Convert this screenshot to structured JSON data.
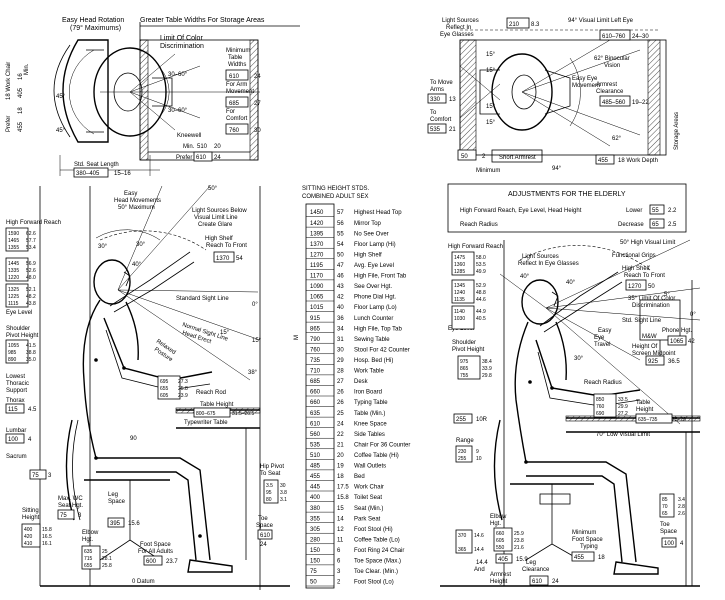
{
  "top_left": {
    "labels": [
      "Easy Head Rotation",
      "(79° Maximums)",
      "Greater Table Widths For Storage Areas",
      "Limit Of Color",
      "Discrimination",
      "Minimum",
      "Table",
      "Widths",
      "For Arm",
      "Movement",
      "For",
      "Comfort",
      "Kneewell",
      "Min.",
      "Prefer",
      "Std. Seat Length",
      "18 Work Chair",
      "Prefer",
      "Min.",
      "45°",
      "45°",
      "30–60°",
      "30–60°"
    ],
    "values": [
      "610",
      "24",
      "685",
      "27",
      "760",
      "30",
      "510",
      "20",
      "610",
      "24",
      "380–405",
      "15–16",
      "405",
      "16",
      "455",
      "18"
    ]
  },
  "top_right": {
    "labels": [
      "Light Sources",
      "Reflect In",
      "Eye Glasses",
      "94° Visual Limit Left Eye",
      "62° Binocular",
      "Vision",
      "Easy Eye",
      "Movement",
      "Armrest",
      "Clearance",
      "To Move",
      "Arms",
      "To",
      "Comfort",
      "Storage Areas",
      "18 Work Depth",
      "Short Armrest",
      "Minimum",
      "94°",
      "62°",
      "15°",
      "15°",
      "15°",
      "15°"
    ],
    "values": [
      "210",
      "8.3",
      "610–760",
      "24–30",
      "485–560",
      "19–22",
      "330",
      "13",
      "535",
      "21",
      "455",
      "50",
      "2"
    ]
  },
  "left_side": {
    "labels": [
      "Easy",
      "Head Movements",
      "50° Maximum",
      "Light Sources Below",
      "Visual Limit Line",
      "Create Glare",
      "High Forward Reach",
      "High Shelf",
      "Reach To Front",
      "Standard Sight Line",
      "Eye Level",
      "Normal Sight Line",
      "Head Erect",
      "Relaxed",
      "Posture",
      "Shoulder",
      "Pivot Height",
      "Lowest",
      "Thoracic",
      "Support",
      "Thorax",
      "Lumbar",
      "Sacrum",
      "Reach Rod",
      "Table Height",
      "Typewriter Table",
      "Hip Pivot",
      "To Seat",
      "Max. WC",
      "Seat Hgt.",
      "Sitting",
      "Height",
      "Elbow",
      "Hgt.",
      "Leg",
      "Space",
      "Foot Space",
      "For All Adults",
      "Toe",
      "Space",
      "0 Datum",
      "50°",
      "30°",
      "30°",
      "40°",
      "0°",
      "15°",
      "38°",
      "15°"
    ],
    "values": [
      "1590",
      "62.6",
      "1465",
      "57.7",
      "1355",
      "53.4",
      "1445",
      "56.9",
      "1335",
      "52.6",
      "1220",
      "48.0",
      "1325",
      "52.1",
      "1225",
      "48.2",
      "1115",
      "43.8",
      "1370",
      "54",
      "1055",
      "41.5",
      "985",
      "38.8",
      "890",
      "35.0",
      "695",
      "27.3",
      "655",
      "25.8",
      "605",
      "23.9",
      "800–675",
      "31.5–26.5",
      "115",
      "4.5",
      "100",
      "4",
      "75",
      "3",
      "90",
      "3.5",
      "30",
      "95",
      "3.8",
      "80",
      "3.1",
      "75",
      "3",
      "400",
      "15.8",
      "420",
      "16.5",
      "410",
      "16.1",
      "395",
      "15.6",
      "635",
      "25",
      "715",
      "28.1",
      "655",
      "25.8",
      "600",
      "23.7",
      "610",
      "24",
      "100",
      "4"
    ]
  },
  "center_table": {
    "title_line1": "SITTING HEIGHT STDS.",
    "title_line2": "COMBINED ADULT SEX",
    "unit_mm": "M",
    "rows": [
      {
        "mm": "1450",
        "in": "57",
        "label": "Highest Head Top"
      },
      {
        "mm": "1420",
        "in": "56",
        "label": "Mirror Top"
      },
      {
        "mm": "1395",
        "in": "55",
        "label": "No See Over"
      },
      {
        "mm": "1370",
        "in": "54",
        "label": "Floor Lamp (Hi)"
      },
      {
        "mm": "1270",
        "in": "50",
        "label": "High Shelf"
      },
      {
        "mm": "1195",
        "in": "47",
        "label": "Avg. Eye Level"
      },
      {
        "mm": "1170",
        "in": "46",
        "label": "High File, Front Tab"
      },
      {
        "mm": "1090",
        "in": "43",
        "label": "See Over Hgt."
      },
      {
        "mm": "1065",
        "in": "42",
        "label": "Phone Dial Hgt."
      },
      {
        "mm": "1015",
        "in": "40",
        "label": "Floor Lamp (Lo)"
      },
      {
        "mm": "915",
        "in": "36",
        "label": "Lunch Counter"
      },
      {
        "mm": "865",
        "in": "34",
        "label": "High File, Top Tab"
      },
      {
        "mm": "790",
        "in": "31",
        "label": "Sewing Table"
      },
      {
        "mm": "760",
        "in": "30",
        "label": "Stool For 42 Counter"
      },
      {
        "mm": "735",
        "in": "29",
        "label": "Hosp. Bed (Hi)"
      },
      {
        "mm": "710",
        "in": "28",
        "label": "Work Table"
      },
      {
        "mm": "685",
        "in": "27",
        "label": "Desk"
      },
      {
        "mm": "660",
        "in": "26",
        "label": "Iron Board"
      },
      {
        "mm": "660",
        "in": "26",
        "label": "Typing Table"
      },
      {
        "mm": "635",
        "in": "25",
        "label": "Table (Min.)"
      },
      {
        "mm": "610",
        "in": "24",
        "label": "Knee Space"
      },
      {
        "mm": "560",
        "in": "22",
        "label": "Side Tables"
      },
      {
        "mm": "535",
        "in": "21",
        "label": "Chair For 36 Counter"
      },
      {
        "mm": "510",
        "in": "20",
        "label": "Coffee Table (Hi)"
      },
      {
        "mm": "485",
        "in": "19",
        "label": "Wall Outlets"
      },
      {
        "mm": "455",
        "in": "18",
        "label": "Bed"
      },
      {
        "mm": "445",
        "in": "17.5",
        "label": "Work Chair"
      },
      {
        "mm": "400",
        "in": "15.8",
        "label": "Toilet Seat"
      },
      {
        "mm": "380",
        "in": "15",
        "label": "Seat (Min.)"
      },
      {
        "mm": "355",
        "in": "14",
        "label": "Park Seat"
      },
      {
        "mm": "305",
        "in": "12",
        "label": "Foot Stool (Hi)"
      },
      {
        "mm": "280",
        "in": "11",
        "label": "Coffee Table (Lo)"
      },
      {
        "mm": "150",
        "in": "6",
        "label": "Foot Ring 24 Chair"
      },
      {
        "mm": "150",
        "in": "6",
        "label": "Toe Space (Max.)"
      },
      {
        "mm": "75",
        "in": "3",
        "label": "Toe Clear. (Min.)"
      },
      {
        "mm": "50",
        "in": "2",
        "label": "Foot Stool (Lo)"
      }
    ]
  },
  "elderly": {
    "title": "ADJUSTMENTS FOR THE ELDERLY",
    "row1_label": "High Forward Reach, Eye Level, Head Height",
    "row1_word": "Lower",
    "row1_mm": "55",
    "row1_in": "2.2",
    "row2_label": "Reach Radius",
    "row2_word": "Decrease",
    "row2_mm": "65",
    "row2_in": "2.5"
  },
  "right_side": {
    "labels": [
      "High Forward Reach",
      "Light Sources",
      "Reflect In Eye Glasses",
      "50° High Visual Limit",
      "Functional Grips",
      "High Shelf",
      "Reach To Front",
      "35° Limit Of Color",
      "Discrimination",
      "Std. Sight Line",
      "Eye Level",
      "Easy",
      "Eye",
      "Travel",
      "Phone Hgt.",
      "M&W",
      "Height Of",
      "Screen Midpoint",
      "Shoulder",
      "Pivot Height",
      "Reach Radius",
      "Table",
      "Height",
      "70° Low Visual Limit",
      "Range",
      "Elbow",
      "Hgt.",
      "Armrest",
      "Height",
      "Leg",
      "Clearance",
      "Minimum",
      "Foot Space",
      "Typing",
      "Toe",
      "Space",
      "14.4",
      "And",
      "40°",
      "40°",
      "0°",
      "30°",
      "5°"
    ],
    "values": [
      "1475",
      "58.0",
      "1360",
      "53.5",
      "1285",
      "49.9",
      "1345",
      "52.9",
      "1240",
      "48.8",
      "1135",
      "44.6",
      "1270",
      "50",
      "1065",
      "42",
      "1140",
      "44.9",
      "1030",
      "40.5",
      "925",
      "36.5",
      "975",
      "38.4",
      "865",
      "33.9",
      "755",
      "29.8",
      "850",
      "33.5",
      "760",
      "29.9",
      "690",
      "27.2",
      "635–735",
      "25–29",
      "255",
      "10R",
      "230",
      "9",
      "255",
      "10",
      "660",
      "25.9",
      "605",
      "23.8",
      "550",
      "21.6",
      "370",
      "14.6",
      "365",
      "14.4",
      "405",
      "15.9",
      "455",
      "18",
      "610",
      "24",
      "85",
      "3.4",
      "70",
      "2.8",
      "65",
      "2.6",
      "100",
      "4"
    ]
  }
}
